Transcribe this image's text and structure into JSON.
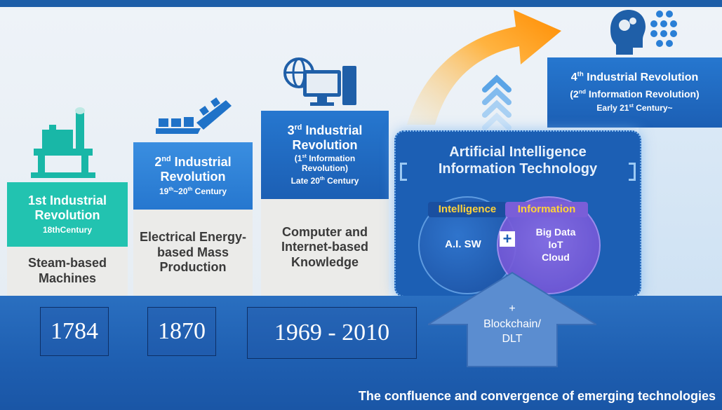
{
  "stages": [
    {
      "title": "1st Industrial Revolution",
      "subtitle": "18thCentury",
      "body": "Steam-based Machines",
      "year": "1784"
    },
    {
      "title_pre": "2",
      "title_sup": "nd",
      "title_post": " Industrial Revolution",
      "subtitle_pre": "19",
      "subtitle_sup": "th",
      "subtitle_mid": "~20",
      "subtitle_sup2": "th",
      "subtitle_post": " Century",
      "body": "Electrical Energy-based Mass Production",
      "year": "1870"
    },
    {
      "title_pre": "3",
      "title_sup": "rd",
      "title_post": " Industrial Revolution",
      "note_pre": "(1",
      "note_sup": "st",
      "note_post": " Information Revolution)",
      "subtitle_pre": "Late 20",
      "subtitle_sup": "th",
      "subtitle_post": " Century",
      "body": "Computer and Internet-based Knowledge",
      "year": "1969 - 2010"
    },
    {
      "title_pre": "4",
      "title_sup": "th",
      "title_post": " Industrial Revolution",
      "note_pre": "(2",
      "note_sup": "nd",
      "note_post": " Information Revolution)",
      "subtitle_pre": "Early 21",
      "subtitle_sup": "st",
      "subtitle_post": " Century~"
    }
  ],
  "ai_box": {
    "heading_line1": "Artificial Intelligence",
    "heading_line2": "Information Technology",
    "left_circle_label": "Intelligence",
    "left_circle_text": "A.I. SW",
    "right_circle_label": "Information",
    "right_circle_lines": [
      "Big Data",
      "IoT",
      "Cloud"
    ],
    "plus": "+"
  },
  "arrow_box": {
    "line1": "+",
    "line2": "Blockchain/",
    "line3": "DLT"
  },
  "footer": "The confluence and convergence of emerging technologies",
  "colors": {
    "teal": "#22c3b0",
    "blue": "#2a7fd6",
    "darkblue": "#1c5fb4",
    "accent": "#ff9f1c"
  }
}
